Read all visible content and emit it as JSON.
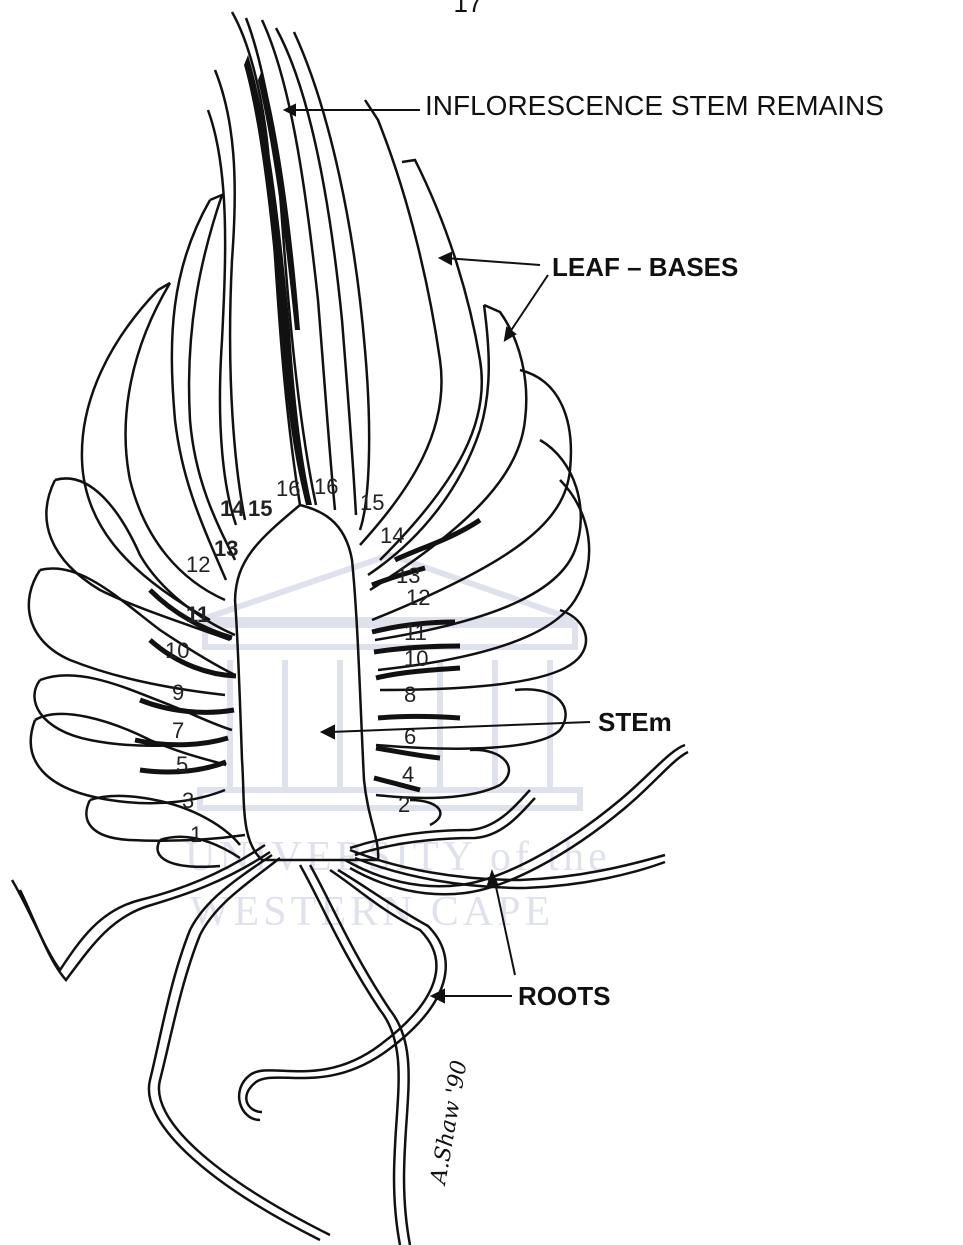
{
  "page_number": "17",
  "labels": {
    "inflorescence": "INFLORESCENCE  STEM  REMAINS",
    "leaf_bases": "LEAF – BASES",
    "stem": "STEm",
    "roots": "ROOTS"
  },
  "left_leaf_numbers": [
    "12",
    "13",
    "14",
    "15",
    "11",
    "10",
    "9",
    "7",
    "5",
    "3",
    "1"
  ],
  "right_leaf_numbers": [
    "16",
    "16",
    "15",
    "14",
    "13",
    "12",
    "11",
    "10",
    "8",
    "6",
    "4",
    "2"
  ],
  "signature": "A.Shaw '90",
  "watermark": {
    "line1": "UNIVERSITY of the",
    "line2": "WESTERN CAPE"
  },
  "colors": {
    "ink": "#111111",
    "watermark": "#c5cbe0"
  }
}
